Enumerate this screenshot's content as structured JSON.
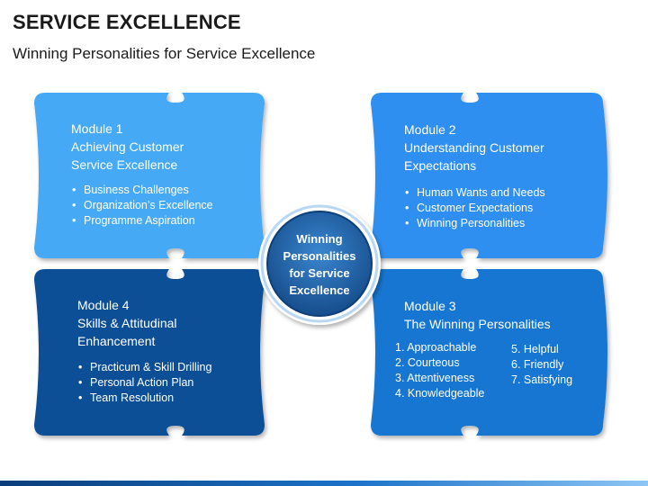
{
  "header": {
    "title": "SERVICE EXCELLENCE",
    "subtitle": "Winning Personalities for Service Excellence"
  },
  "center": {
    "lines": [
      "Winning",
      "Personalities",
      "for Service",
      "Excellence"
    ]
  },
  "modules": [
    {
      "number": "Module 1",
      "title_lines": [
        "Achieving Customer",
        "Service Excellence"
      ],
      "items": [
        "Business Challenges",
        "Organization’s Excellence",
        "Programme Aspiration"
      ],
      "color": "#45a9f5"
    },
    {
      "number": "Module 2",
      "title_lines": [
        "Understanding Customer",
        "Expectations"
      ],
      "items": [
        "Human Wants and Needs",
        "Customer Expectations",
        "Winning Personalities"
      ],
      "color": "#2e8ff0"
    },
    {
      "number": "Module 3",
      "title_lines": [
        "The Winning Personalities"
      ],
      "list_left": [
        "1. Approachable",
        "2. Courteous",
        "3. Attentiveness",
        "4. Knowledgeable"
      ],
      "list_right": [
        "5. Helpful",
        "6. Friendly",
        "7. Satisfying"
      ],
      "color": "#1476d2"
    },
    {
      "number": "Module 4",
      "title_lines": [
        "Skills & Attitudinal",
        "Enhancement"
      ],
      "items": [
        "Practicum & Skill Drilling",
        "Personal Action Plan",
        "Team Resolution"
      ],
      "color": "#0d4f96"
    }
  ],
  "colors": {
    "center_fill": "#1e5fa6",
    "center_ring": "#b9d7f2"
  }
}
